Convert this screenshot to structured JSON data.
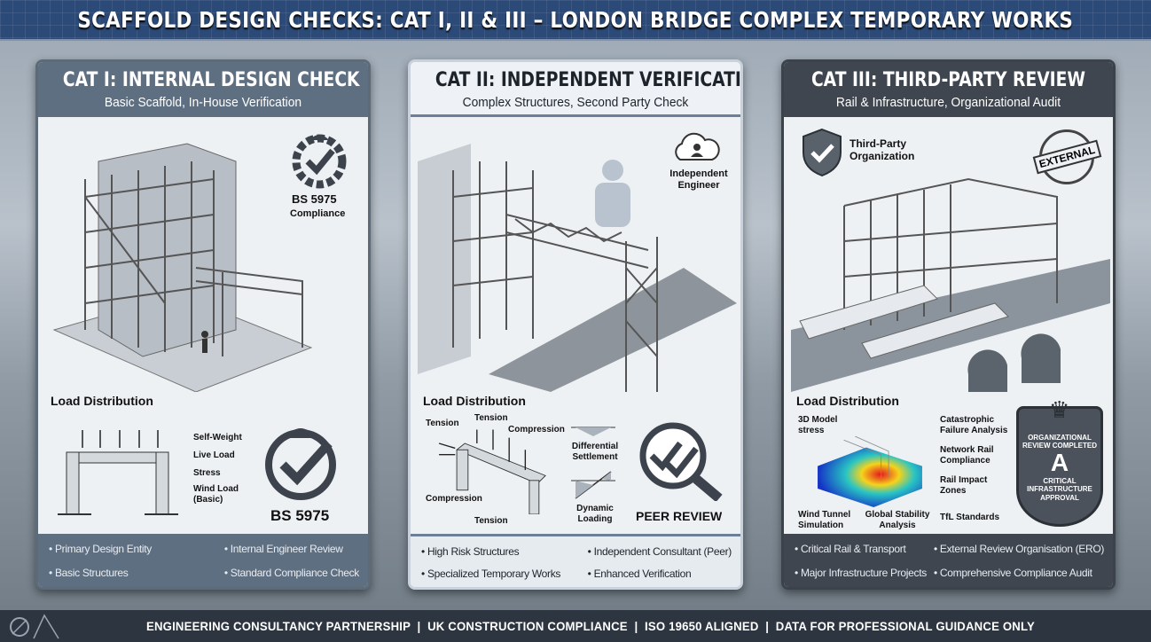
{
  "title": "SCAFFOLD DESIGN CHECKS: CAT I, II & III – LONDON BRIDGE COMPLEX TEMPORARY WORKS",
  "panels": [
    {
      "title": "CAT I: INTERNAL DESIGN CHECK",
      "subtitle": "Basic Scaffold, In-House Verification",
      "badge_top": "BS 5975",
      "badge_top_sub": "Compliance",
      "load_title": "Load Distribution",
      "load_labels": [
        "Self-Weight",
        "Live Load",
        "Stress",
        "Wind Load (Basic)"
      ],
      "badge_bottom": "BS 5975",
      "bullets": [
        "Primary Design Entity",
        "Internal Engineer Review",
        "Basic Structures",
        "Standard Compliance Check"
      ]
    },
    {
      "title": "CAT II: INDEPENDENT VERIFICATION",
      "subtitle": "Complex Structures, Second Party Check",
      "badge_top": "Independent Engineer",
      "load_title": "Load Distribution",
      "load_labels": [
        "Tension",
        "Tension",
        "Compression",
        "Compression",
        "Tension",
        "Differential Settlement",
        "Dynamic Loading"
      ],
      "badge_bottom": "PEER REVIEW",
      "bullets": [
        "High Risk Structures",
        "Independent Consultant (Peer)",
        "Specialized Temporary Works",
        "Enhanced Verification"
      ]
    },
    {
      "title": "CAT III: THIRD-PARTY REVIEW",
      "subtitle": "Rail & Infrastructure, Organizational Audit",
      "badge_top": "Third-Party Organization",
      "stamp": "EXTERNAL",
      "load_title": "Load Distribution",
      "load_labels": [
        "3D Model stress",
        "Catastrophic Failure Analysis",
        "Network Rail Compliance",
        "Rail Impact Zones",
        "Wind Tunnel Simulation",
        "Global Stability Analysis",
        "TfL Standards"
      ],
      "shield": {
        "top": "ORGANIZATIONAL REVIEW COMPLETED",
        "grade": "A",
        "bottom": "CRITICAL INFRASTRUCTURE APPROVAL"
      },
      "bullets": [
        "Critical Rail & Transport",
        "External Review Organisation (ERO)",
        "Major Infrastructure Projects",
        "Comprehensive Compliance Audit"
      ]
    }
  ],
  "footer": "ENGINEERING CONSULTANCY PARTNERSHIP  |  UK CONSTRUCTION COMPLIANCE  |  ISO 19650 ALIGNED  |  DATA FOR PROFESSIONAL GUIDANCE ONLY",
  "colors": {
    "title_bar": "#2c4a78",
    "cat1": "#5f6f82",
    "cat2": "#eef2f6",
    "cat3": "#3f464f",
    "footer": "#2d3541"
  }
}
